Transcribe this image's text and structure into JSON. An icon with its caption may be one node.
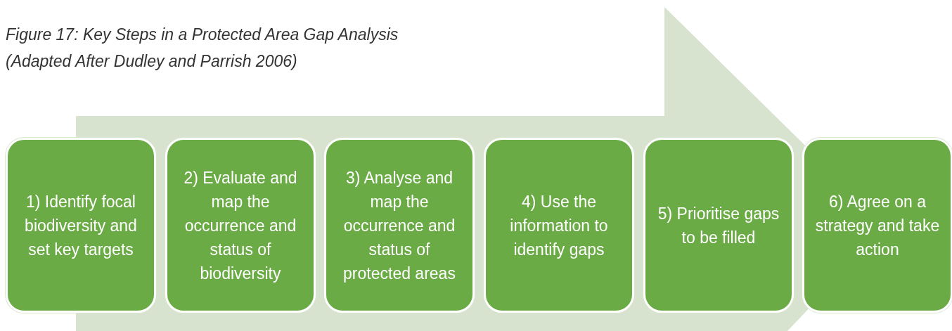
{
  "diagram": {
    "title": "Figure 17: Key Steps in a Protected Area Gap Analysis",
    "caption": "(Adapted After Dudley and Parrish 2006)",
    "nodes": [
      {
        "text": [
          "1) Identify focal biodiversity and set key targets"
        ]
      },
      {
        "text": [
          "2) Evaluate and map the occurrence and status of biodiversity"
        ]
      },
      {
        "text": [
          "3) Analyse and map the occurrence and status of protected areas"
        ]
      },
      {
        "text": [
          "4) Use the information to identify gaps"
        ]
      },
      {
        "text": [
          "5) Prioritise gaps to be filled"
        ]
      },
      {
        "text": [
          "6) Agree on a strategy and take action"
        ]
      }
    ]
  }
}
